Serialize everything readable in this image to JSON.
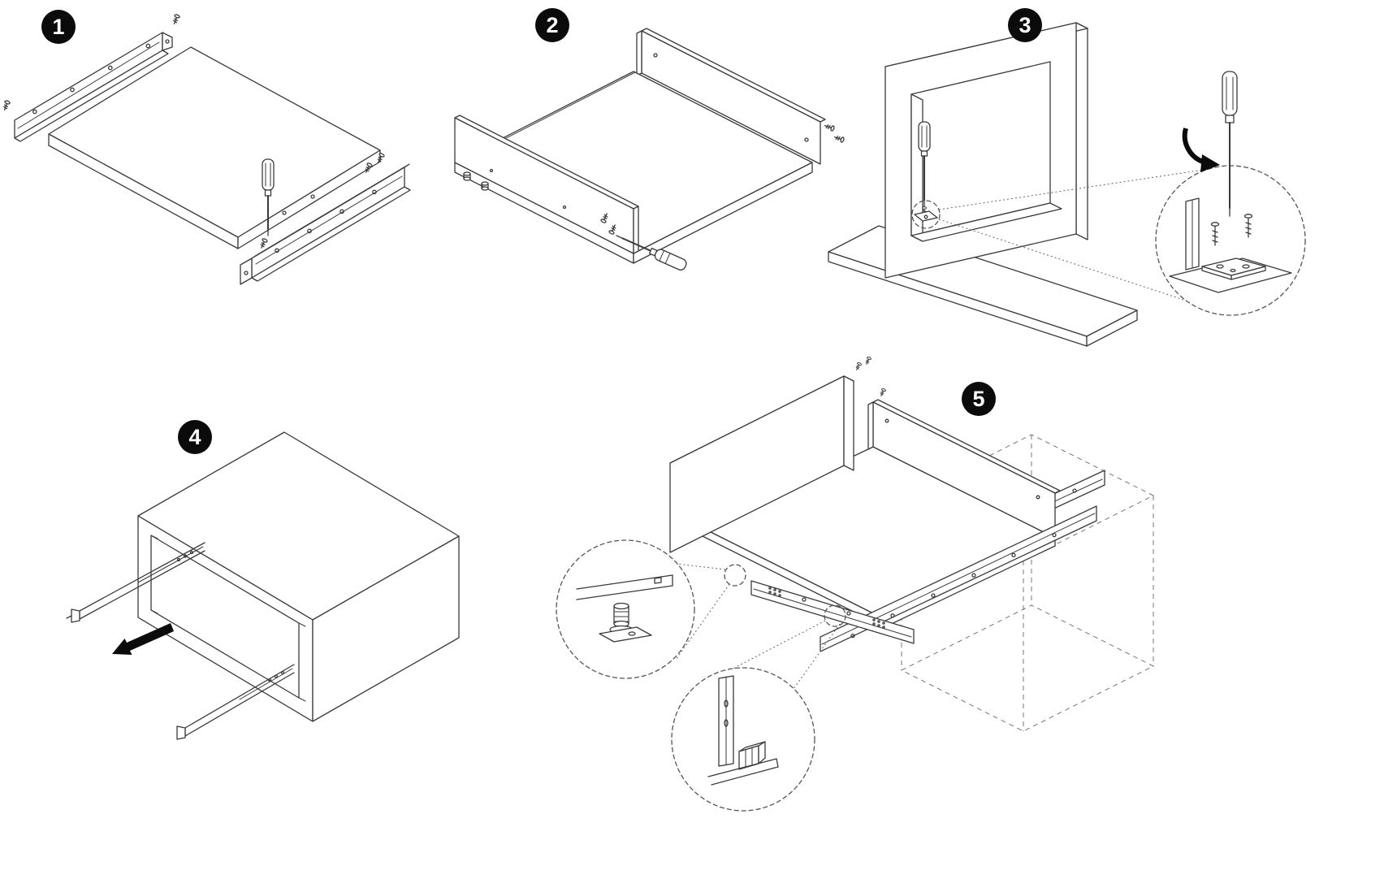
{
  "diagram": {
    "type": "furniture-assembly-instructions",
    "line_color": "#3a3a3a",
    "badge_color": "#0b0b0b",
    "badge_text_color": "#ffffff",
    "steps": [
      {
        "number": "1"
      },
      {
        "number": "2"
      },
      {
        "number": "3"
      },
      {
        "number": "4"
      },
      {
        "number": "5"
      }
    ]
  }
}
